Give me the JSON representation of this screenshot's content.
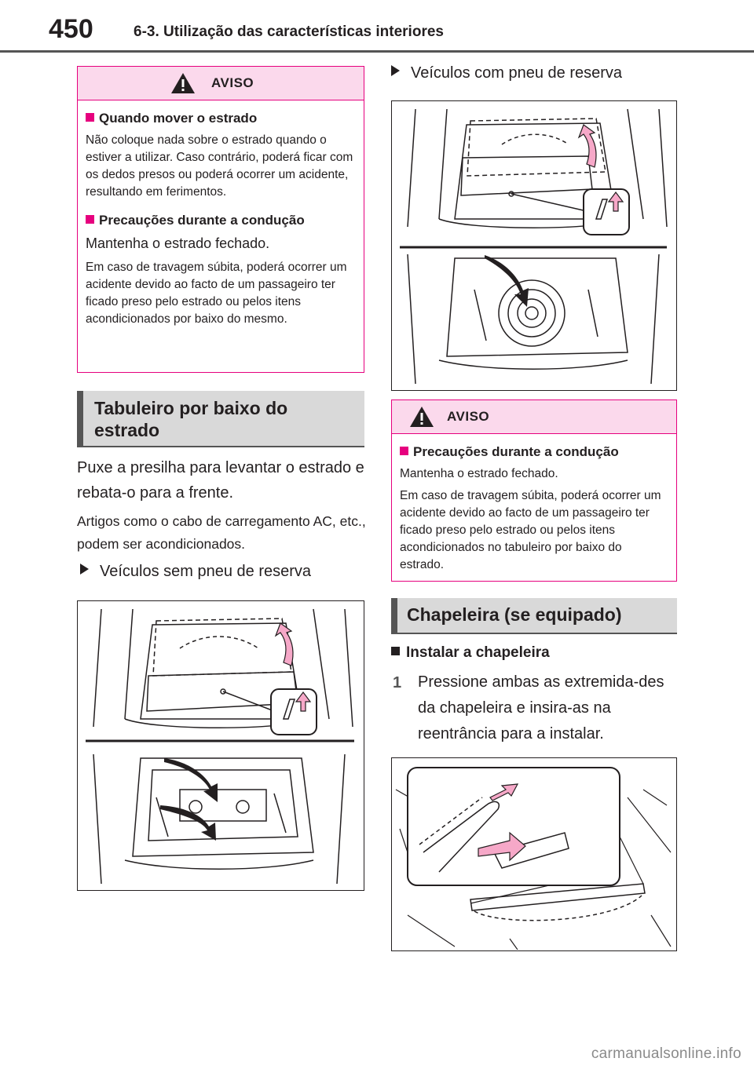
{
  "header": {
    "page_number": "450",
    "section_title": "6-3. Utilização das características interiores"
  },
  "warning_left": {
    "title": "AVISO",
    "sections": [
      {
        "heading": "Quando mover o estrado",
        "paragraphs": [
          "Não coloque nada sobre o estrado quando o estiver a utilizar. Caso contrário, poderá ficar com os dedos presos ou poderá ocorrer um acidente, resultando em ferimentos."
        ]
      },
      {
        "heading": "Precauções durante a condução",
        "lead": "Mantenha o estrado fechado.",
        "paragraphs": [
          "Em caso de travagem súbita, poderá ocorrer um acidente devido ao facto de um passageiro ter ficado preso pelo estrado ou pelos itens acondicionados por baixo do mesmo."
        ]
      }
    ]
  },
  "section_tray": {
    "title": "Tabuleiro por baixo do estrado",
    "intro": "Puxe a presilha para levantar o estrado e rebata-o para a frente.",
    "note": "Artigos como o cabo de carregamento AC, etc., podem ser acondicionados.",
    "bullet_no_spare": "Veículos sem pneu de reserva",
    "bullet_with_spare": "Veículos com pneu de reserva"
  },
  "warning_right": {
    "title": "AVISO",
    "heading": "Precauções durante a condução",
    "paragraphs": [
      "Mantenha o estrado fechado.",
      "Em caso de travagem súbita, poderá ocorrer um acidente devido ao facto de um passageiro ter ficado preso pelo estrado ou pelos itens acondicionados no tabuleiro por baixo do estrado."
    ]
  },
  "section_shelf": {
    "title": "Chapeleira (se equipado)",
    "subheading": "Instalar a chapeleira",
    "step_number": "1",
    "step_text": "Pressione ambas as extremida-des da chapeleira e insira-as na reentrância para a instalar."
  },
  "watermark": "carmanualsonline.info",
  "colors": {
    "warning_accent": "#e6007e",
    "warning_header_bg": "#fbd9ec",
    "heading_bar_bg": "#d9d9d9",
    "arrow_fill": "#f6a8c8"
  },
  "icons": [
    "warning-triangle-icon",
    "bullet-triangle-icon",
    "lift-handle-icon"
  ]
}
